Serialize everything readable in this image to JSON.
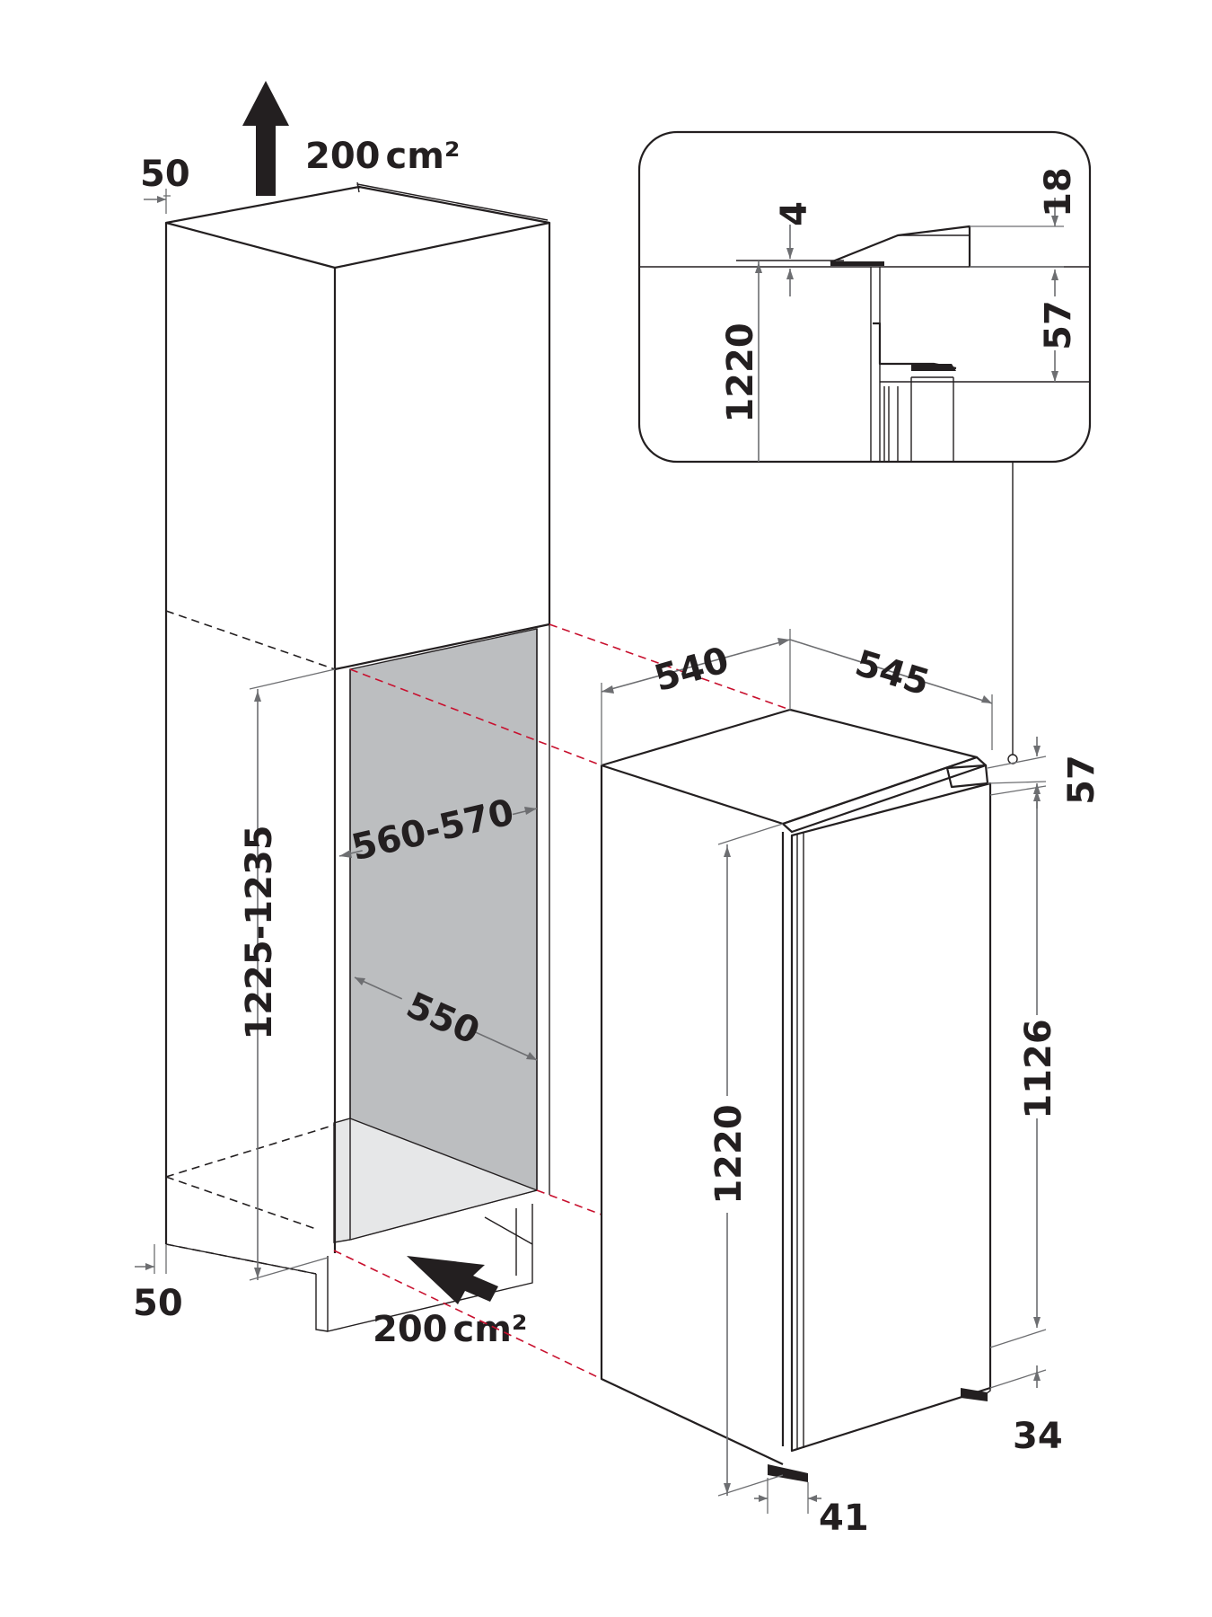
{
  "cabinet": {
    "vent_top": "200",
    "vent_top_unit": "cm²",
    "vent_bottom": "200",
    "vent_bottom_unit": "cm²",
    "gap_top": "50",
    "gap_bottom": "50",
    "niche_height": "1225-1235",
    "niche_width": "560-570",
    "niche_depth": "550"
  },
  "appliance": {
    "width": "540",
    "depth": "545",
    "height": "1220",
    "top_offset": "57",
    "door_height": "1126",
    "bottom_offset": "34",
    "foot_depth": "41"
  },
  "detail": {
    "dim_18": "18",
    "dim_4": "4",
    "dim_57": "57",
    "dim_1220": "1220"
  },
  "colors": {
    "line": "#231f20",
    "dimension": "#6d6e71",
    "alignment": "#c8102e",
    "niche_back": "#bcbec0",
    "niche_floor": "#e6e7e8"
  }
}
